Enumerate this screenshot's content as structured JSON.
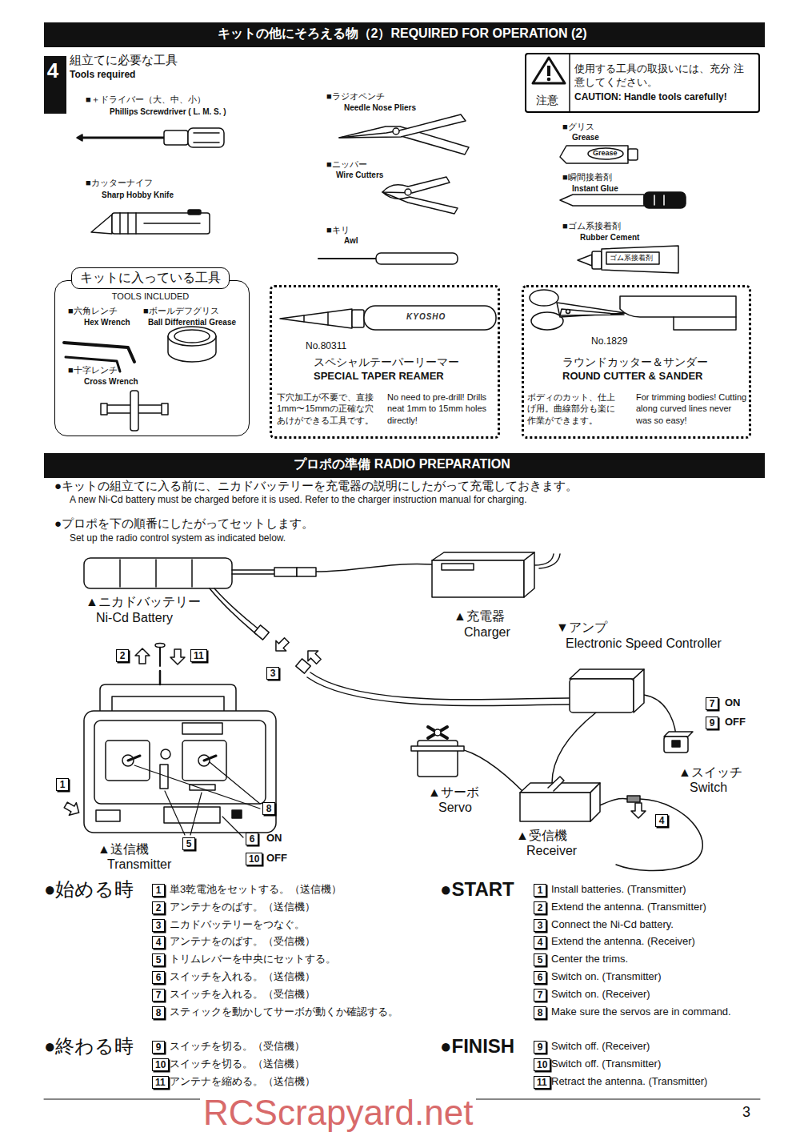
{
  "diagram": {
    "nodes": [
      {
        "text": [
          "キットの他にそろえる物（2）REQUIRED FOR OPERATION (2)"
        ]
      },
      {
        "text": [
          "4"
        ]
      },
      {
        "text": [
          "注意",
          "使用する工具の取扱いには、充分 注意してください。",
          "CAUTION: Handle tools carefully!"
        ]
      },
      {
        "text": [
          "キットに入っている工具",
          "TOOLS INCLUDED",
          "■六角レンチ",
          "Hex Wrench",
          "■ボールデフグリス",
          "Ball Differential Grease",
          "■十字レンチ",
          "Cross Wrench"
        ]
      },
      {
        "text": [
          "No.80311",
          "スペシャルテーパーリーマー",
          "SPECIAL TAPER REAMER",
          "下穴加工が不要で、直接 1mm〜15mmの正確な穴 あけができる工具です。",
          "No need to pre-drill! Drills neat 1mm to 15mm holes directly!"
        ]
      },
      {
        "text": [
          "No.1829",
          "ラウンドカッター＆サンダー",
          "ROUND CUTTER & SANDER",
          "ボディのカット、仕上 げ用。曲線部分も楽に 作業ができます。",
          "For trimming bodies! Cutting along curved lines never was so easy!"
        ]
      },
      {
        "text": [
          "プロポの準備 RADIO PREPARATION"
        ]
      }
    ],
    "labels": [
      "組立てに必要な工具",
      "Tools required",
      "■＋ドライバー（大、中、小）",
      "Phillips Screwdriver ( L. M. S. )",
      "■カッターナイフ",
      "Sharp Hobby Knife",
      "■ラジオペンチ",
      "Needle Nose Pliers",
      "■ニッパー",
      "Wire Cutters",
      "■キリ",
      "Awl",
      "■グリス",
      "Grease",
      "Grease",
      "■瞬間接着剤",
      "Instant Glue",
      "■ゴム系接着剤",
      "Rubber Cement",
      "ゴム系接着剤",
      "KYOSHO",
      "●キットの組立てに入る前に、ニカドバッテリーを充電器の説明にしたがって充電しておきます。",
      "A new Ni-Cd battery must be charged before it is used. Refer to the charger instruction manual for charging.",
      "●プロポを下の順番にしたがってセットします。",
      "Set up the radio control system as indicated below.",
      "▲ニカドバッテリー",
      "Ni-Cd Battery",
      "▲充電器",
      "Charger",
      "▼アンプ",
      "Electronic Speed Controller",
      "2",
      "11",
      "3",
      "7",
      "ON",
      "9",
      "OFF",
      "▲スイッチ",
      "Switch",
      "▲サーボ",
      "Servo",
      "1",
      "8",
      "5",
      "6",
      "ON",
      "10",
      "OFF",
      "4",
      "▲受信機",
      "Receiver",
      "▲送信機",
      "Transmitter",
      "●始める時",
      "1",
      "単3乾電池をセットする。（送信機）",
      "2",
      "アンテナをのばす。（送信機）",
      "3",
      "ニカドバッテリーをつなぐ。",
      "4",
      "アンテナをのばす。（受信機）",
      "5",
      "トリムレバーを中央にセットする。",
      "6",
      "スイッチを入れる。（送信機）",
      "7",
      "スイッチを入れる。（受信機）",
      "8",
      "スティックを動かしてサーボが動くか確認する。",
      "●START",
      "1",
      "Install batteries. (Transmitter)",
      "2",
      "Extend the antenna. (Transmitter)",
      "3",
      "Connect the Ni-Cd battery.",
      "4",
      "Extend the antenna. (Receiver)",
      "5",
      "Center the trims.",
      "6",
      "Switch on. (Transmitter)",
      "7",
      "Switch on. (Receiver)",
      "8",
      "Make sure the servos are in command.",
      "●終わる時",
      "9",
      "スイッチを切る。（受信機）",
      "10",
      "スイッチを切る。（送信機）",
      "11",
      "アンテナを縮める。（送信機）",
      "●FINISH",
      "9",
      "Switch off. (Receiver)",
      "10",
      "Switch off. (Transmitter)",
      "11",
      "Retract the antenna. (Transmitter)",
      "RCScrapyard.net",
      "3"
    ]
  }
}
